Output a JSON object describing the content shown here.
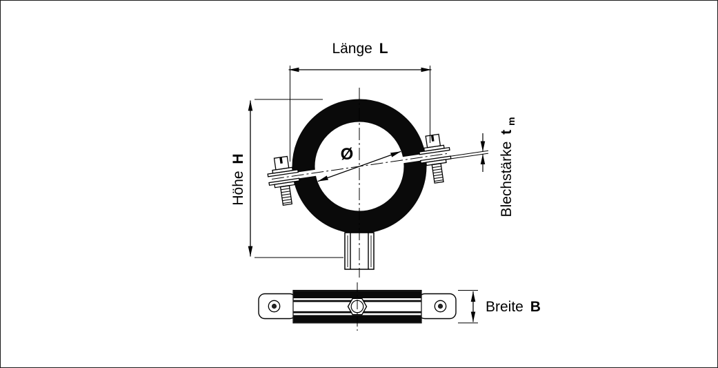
{
  "labels": {
    "laenge": {
      "text": "Länge",
      "symbol": "L"
    },
    "hoehe": {
      "text": "Höhe",
      "symbol": "H"
    },
    "durchmesser": {
      "symbol": "Ø"
    },
    "blechstaerke": {
      "text": "Blechstärke",
      "symbol": "t",
      "subscript": "m"
    },
    "breite": {
      "text": "Breite",
      "symbol": "B"
    }
  },
  "colors": {
    "line": "#000000",
    "fill": "#0a0a0a",
    "background": "#ffffff"
  }
}
